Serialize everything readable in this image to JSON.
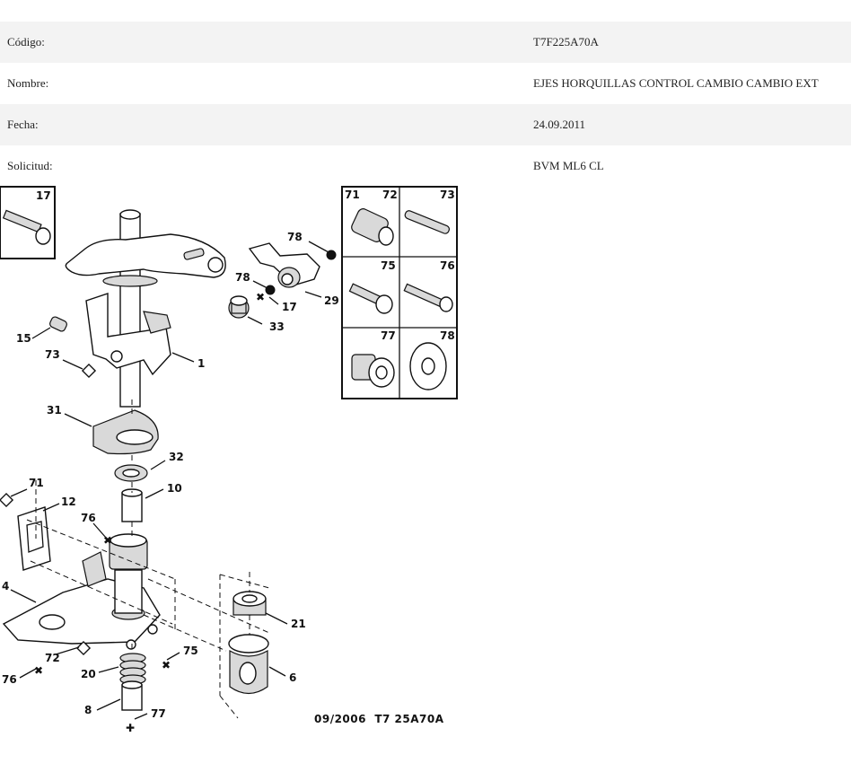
{
  "fields": [
    {
      "label": "Código:",
      "value": "T7F225A70A"
    },
    {
      "label": "Nombre:",
      "value": "EJES HORQUILLAS CONTROL CAMBIO CAMBIO EXT"
    },
    {
      "label": "Fecha:",
      "value": "24.09.2011"
    },
    {
      "label": "Solicitud:",
      "value": "BVM ML6 CL"
    }
  ],
  "diagram": {
    "callouts": {
      "c17_box": "17",
      "c78_top": "78",
      "c78_mid": "78",
      "c17_mid": "17",
      "c29": "29",
      "c33": "33",
      "c15": "15",
      "c73": "73",
      "c1": "1",
      "c31": "31",
      "c32": "32",
      "c10": "10",
      "c71": "71",
      "c12": "12",
      "c76_top": "76",
      "c4": "4",
      "c72": "72",
      "c76_bot": "76",
      "c20": "20",
      "c75": "75",
      "c8": "8",
      "c77": "77",
      "c21": "21",
      "c6": "6"
    },
    "inset_labels": {
      "i71": "71",
      "i72": "72",
      "i73": "73",
      "i75": "75",
      "i76": "76",
      "i77": "77",
      "i78": "78"
    },
    "stamp": "09/2006  T7 25A70A"
  }
}
